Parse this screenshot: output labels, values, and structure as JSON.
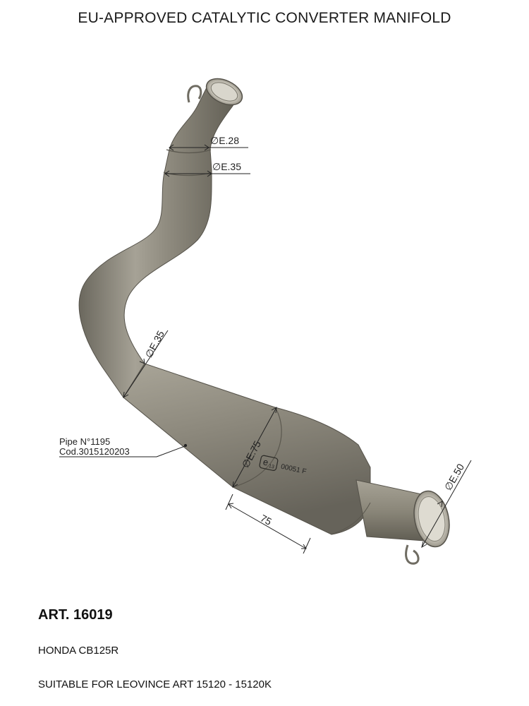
{
  "title": "EU-APPROVED CATALYTIC CONVERTER MANIFOLD",
  "dimensions": {
    "inlet": "E.28",
    "neck": "E.35",
    "bend": "E.35",
    "body": "E.75",
    "outlet": "E.50",
    "length": "75"
  },
  "diameter_symbol": "∅",
  "callout": {
    "pipe": "Pipe N°1195",
    "code": "Cod.3015120203"
  },
  "homologation": {
    "mark": "e",
    "country": "13",
    "number": "00051 F"
  },
  "product": {
    "article": "ART. 16019",
    "model": "HONDA CB125R",
    "compatibility": "SUITABLE FOR LEOVINCE ART 15120 - 15120K"
  },
  "colors": {
    "metal": "#8a8679",
    "metal_light": "#b5b1a5",
    "metal_dark": "#5f5c52",
    "dimension_line": "#222222"
  }
}
